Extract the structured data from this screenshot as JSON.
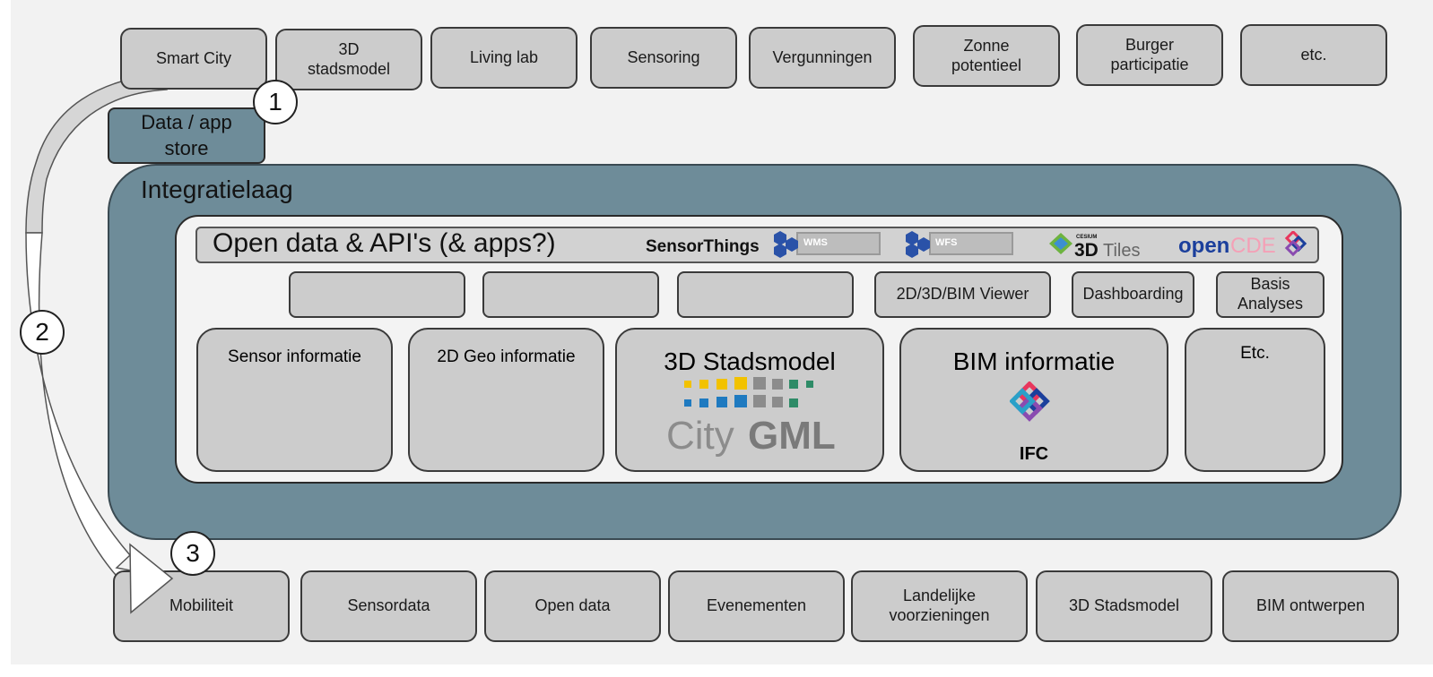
{
  "top_boxes": [
    "Smart City",
    "3D\nstadsmodel",
    "Living lab",
    "Sensoring",
    "Vergunningen",
    "Zonne\npotentieel",
    "Burger\nparticipatie",
    "etc."
  ],
  "store_label": "Data / app\nstore",
  "integration_title": "Integratielaag",
  "open_data_title": "Open data & API's (& apps?)",
  "standards": {
    "sensorthings": "SensorThings",
    "wms": "WMS",
    "wfs": "WFS",
    "cesium_small": "CESIUM",
    "tiles_3d": "3D",
    "tiles_word": "Tiles",
    "opencde_open": "open",
    "opencde_cde": "CDE"
  },
  "service_boxes": [
    "",
    "",
    "",
    "2D/3D/BIM Viewer",
    "Dashboarding",
    "Basis\nAnalyses"
  ],
  "data_boxes": {
    "sensor": "Sensor informatie",
    "geo2d": "2D Geo informatie",
    "stadsmodel": "3D Stadsmodel",
    "citygml_city": "City",
    "citygml_gml": "GML",
    "bim": "BIM informatie",
    "ifc": "IFC",
    "etc": "Etc."
  },
  "steps": [
    "1",
    "2",
    "3"
  ],
  "bottom_boxes": [
    "Mobiliteit",
    "Sensordata",
    "Open data",
    "Evenementen",
    "Landelijke\nvoorzieningen",
    "3D Stadsmodel",
    "BIM ontwerpen"
  ],
  "colors": {
    "canvas": "#f2f2f2",
    "box_fill": "#cccccc",
    "integration_fill": "#6e8c99",
    "hex_blue": "#2a52a8",
    "citygml_yellow": "#f2c200",
    "citygml_blue": "#1f7ac0",
    "citygml_gray": "#8c8c8c",
    "citygml_green": "#2e8b67",
    "opencde_blue": "#1b3f9c",
    "opencde_red": "#e8365d"
  }
}
